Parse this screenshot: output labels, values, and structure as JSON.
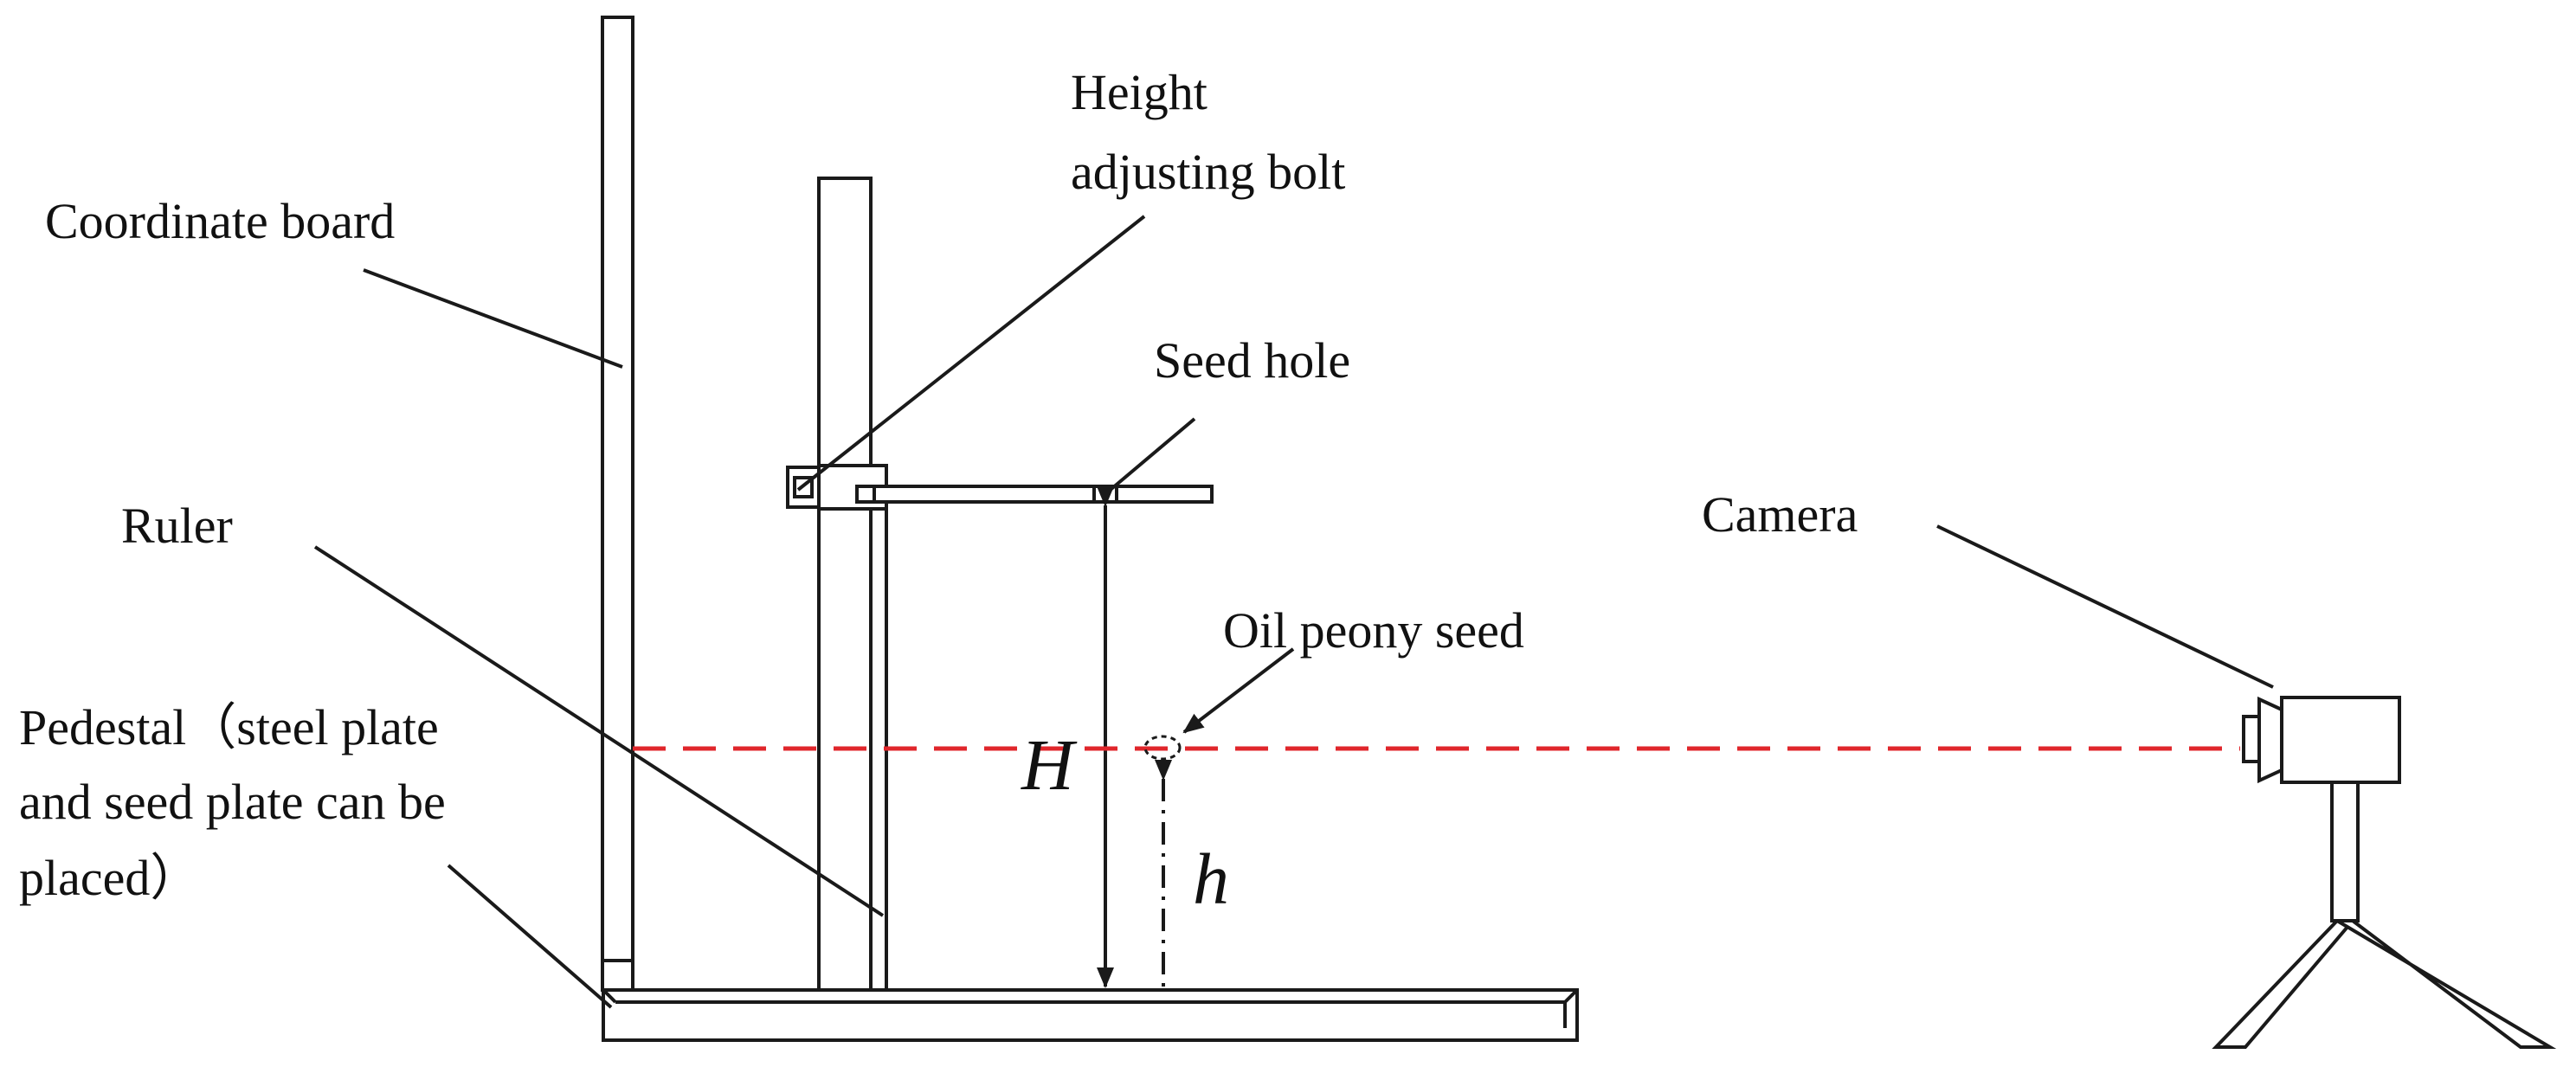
{
  "labels": {
    "coordinate_board": "Coordinate board",
    "height_bolt_line1": "Height",
    "height_bolt_line2": "adjusting bolt",
    "seed_hole": "Seed hole",
    "ruler": "Ruler",
    "camera": "Camera",
    "oil_peony_seed": "Oil peony seed",
    "pedestal_line1": "Pedestal（steel plate",
    "pedestal_line2": "and seed plate can be",
    "pedestal_line3": "placed）",
    "H": "H",
    "h": "h"
  },
  "colors": {
    "line": "#1a1a1a",
    "dashed_sightline": "#e0262b",
    "background": "#ffffff"
  }
}
